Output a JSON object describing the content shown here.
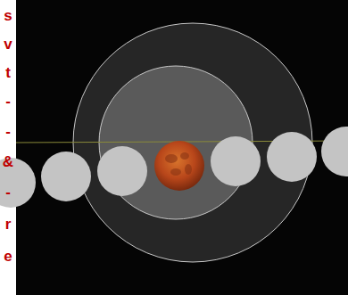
{
  "diagram": {
    "labels": [
      "s",
      "v",
      "t",
      "-",
      "-",
      "&",
      "-",
      "r",
      "e"
    ]
  }
}
